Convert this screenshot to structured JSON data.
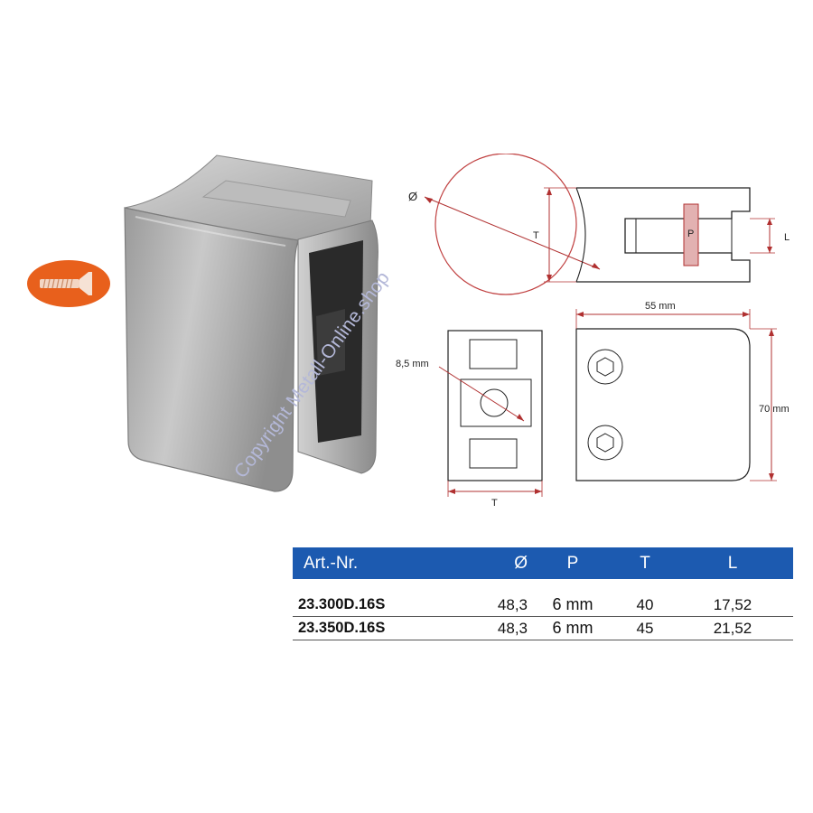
{
  "badge": {
    "icon": "countersunk-screw-icon",
    "color": "#e8601c"
  },
  "drawing": {
    "diameter_symbol": "Ø",
    "t_label": "T",
    "p_label": "P",
    "l_label": "L",
    "hole_label": "8,5 mm",
    "width_label": "55 mm",
    "height_label": "70 mm",
    "bottom_t_label": "T",
    "dim_color": "#b03030"
  },
  "watermark": "Copyright Metall-Online.shop",
  "table": {
    "header_color": "#1c5ab0",
    "headers": [
      "Art.-Nr.",
      "Ø",
      "P",
      "T",
      "L"
    ],
    "rows": [
      [
        "23.300D.16S",
        "48,3",
        "6 mm",
        "40",
        "17,52"
      ],
      [
        "23.350D.16S",
        "48,3",
        "6 mm",
        "45",
        "21,52"
      ]
    ]
  }
}
